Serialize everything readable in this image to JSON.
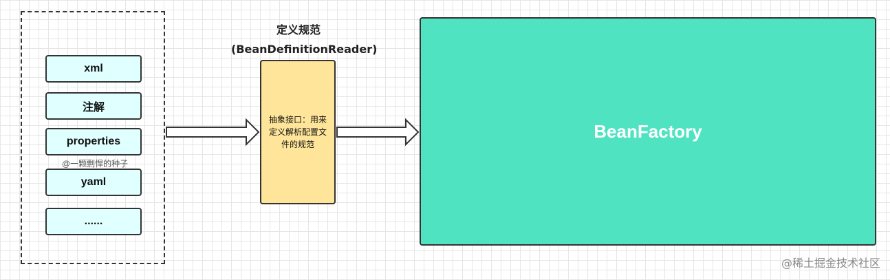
{
  "sources": {
    "items": [
      {
        "label": "xml"
      },
      {
        "label": "注解"
      },
      {
        "label": "properties"
      },
      {
        "label": "yaml"
      },
      {
        "label": "......"
      }
    ]
  },
  "reader": {
    "title_line1": "定义规范",
    "title_line2": "(BeanDefinitionReader)",
    "description": "抽象接口：用来定义解析配置文件的规范"
  },
  "factory": {
    "label": "BeanFactory"
  },
  "watermarks": {
    "author": "@一颗剽悍的种子",
    "platform": "@稀土掘金技术社区"
  }
}
